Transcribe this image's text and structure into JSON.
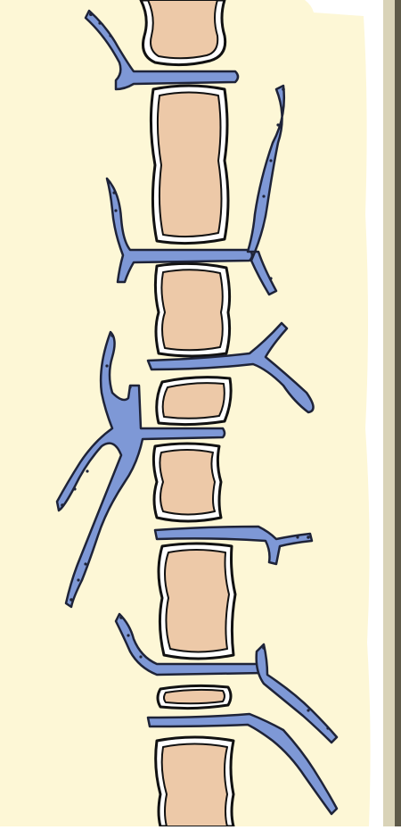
{
  "diagram": {
    "subject": "",
    "colors": {
      "background": "#ffffff",
      "tissue": "#fdf7d6",
      "bone_fill": "#edc9a8",
      "bone_outline": "#111111",
      "vessel_fill": "#7e98d6",
      "vessel_outline": "#1e2338",
      "edge_dark": "#5e5a49",
      "edge_light": "#d9d3b8"
    },
    "vertebral_bodies": [
      {
        "id": "vb-1",
        "kind": "partial-top"
      },
      {
        "id": "vb-2",
        "kind": "tall"
      },
      {
        "id": "vb-3",
        "kind": "medium"
      },
      {
        "id": "vb-4",
        "kind": "small"
      },
      {
        "id": "vb-5",
        "kind": "medium"
      },
      {
        "id": "vb-6",
        "kind": "tall"
      },
      {
        "id": "vb-7",
        "kind": "small"
      },
      {
        "id": "vb-8",
        "kind": "partial-bottom"
      }
    ],
    "vessels": [
      {
        "id": "vessel-1",
        "icon": "left-branch"
      },
      {
        "id": "vessel-2",
        "icon": "left-branch"
      },
      {
        "id": "vessel-3",
        "icon": "right-branch"
      },
      {
        "id": "vessel-4",
        "icon": "right-branch"
      },
      {
        "id": "vessel-5",
        "icon": "left-branch"
      },
      {
        "id": "vessel-6",
        "icon": "right-branch"
      },
      {
        "id": "vessel-7",
        "icon": "left-branch"
      },
      {
        "id": "vessel-8",
        "icon": "right-branch"
      },
      {
        "id": "vessel-9",
        "icon": "right-branch"
      }
    ]
  }
}
